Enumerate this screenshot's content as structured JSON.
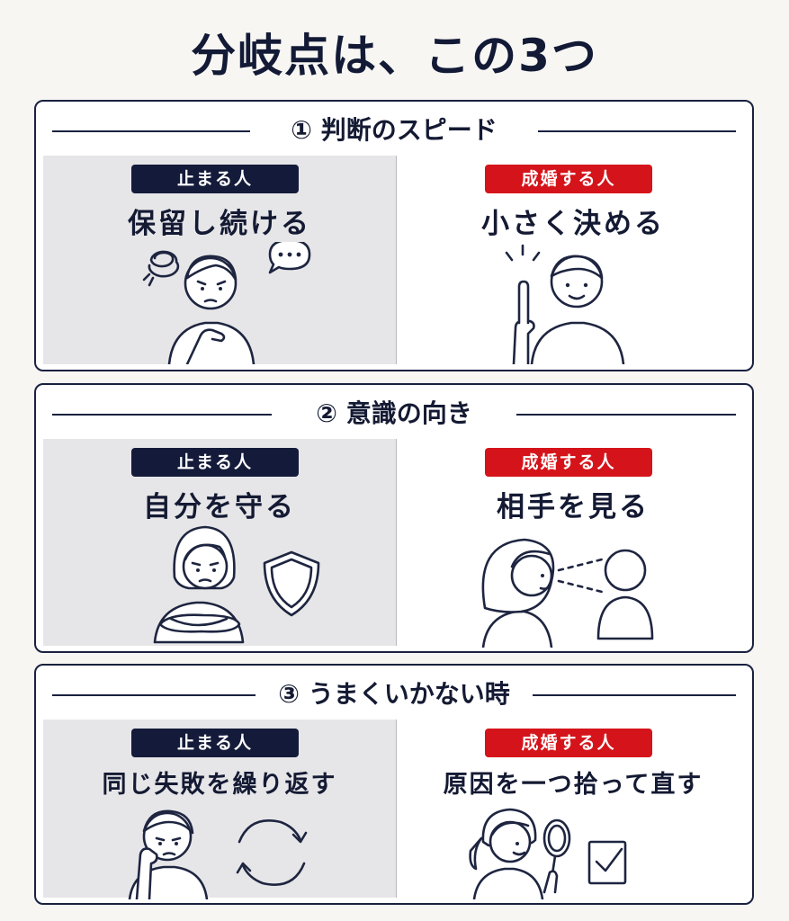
{
  "title": "分岐点は、この3つ",
  "sections": [
    {
      "heading": "① 判断のスピード",
      "left": {
        "badge": "止まる人",
        "phrase": "保留し続ける",
        "icons": [
          "worried-person-icon",
          "swirl-icon",
          "speech-bubble-icon"
        ]
      },
      "right": {
        "badge": "成婚する人",
        "phrase": "小さく決める",
        "icons": [
          "pointing-person-icon"
        ]
      }
    },
    {
      "heading": "② 意識の向き",
      "left": {
        "badge": "止まる人",
        "phrase": "自分を守る",
        "icons": [
          "arms-crossed-woman-icon",
          "shield-icon"
        ]
      },
      "right": {
        "badge": "成婚する人",
        "phrase": "相手を見る",
        "icons": [
          "woman-looking-icon",
          "other-person-icon"
        ]
      }
    },
    {
      "heading": "③ うまくいかない時",
      "left": {
        "badge": "止まる人",
        "phrase": "同じ失敗を繰り返す",
        "icons": [
          "troubled-person-icon",
          "cycle-arrows-icon"
        ]
      },
      "right": {
        "badge": "成婚する人",
        "phrase": "原因を一つ拾って直す",
        "icons": [
          "woman-magnifier-icon",
          "checkbox-icon"
        ]
      }
    }
  ],
  "colors": {
    "navy": "#141b3a",
    "red": "#d4141a",
    "panel_gray": "#e6e6e8",
    "background": "#f7f6f3"
  }
}
